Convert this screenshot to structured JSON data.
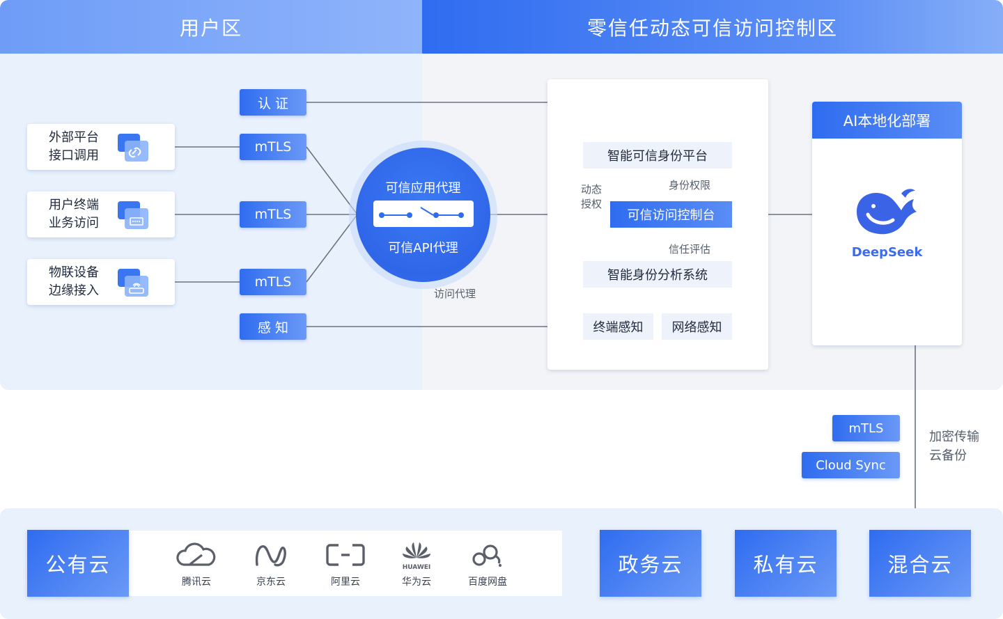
{
  "zones": {
    "user_zone": "用户区",
    "control_zone": "零信任动态可信访问控制区"
  },
  "user_items": [
    {
      "line1": "外部平台",
      "line2": "接口调用",
      "icon": "link-icon"
    },
    {
      "line1": "用户终端",
      "line2": "业务访问",
      "icon": "terminal-icon"
    },
    {
      "line1": "物联设备",
      "line2": "边缘接入",
      "icon": "router-icon"
    }
  ],
  "tags": {
    "auth": "认 证",
    "mtls": "mTLS",
    "perceive": "感 知"
  },
  "proxy": {
    "title": "可信应用代理",
    "subtitle": "可信API代理",
    "label": "访问代理"
  },
  "control": {
    "identity_platform": "智能可信身份平台",
    "access_control": "可信访问控制台",
    "analysis_system": "智能身份分析系统",
    "terminal_perceive": "终端感知",
    "network_perceive": "网络感知",
    "identity_rights": "身份权限",
    "trust_eval": "信任评估",
    "dynamic_line1": "动态",
    "dynamic_line2": "授权"
  },
  "ai": {
    "title": "AI本地化部署",
    "model": "DeepSeek",
    "icon": "deepseek-whale-icon"
  },
  "sync": {
    "mtls": "mTLS",
    "cloud_sync": "Cloud Sync",
    "label_line1": "加密传输",
    "label_line2": "云备份"
  },
  "clouds": {
    "public": "公有云",
    "gov": "政务云",
    "private": "私有云",
    "hybrid": "混合云",
    "providers": [
      {
        "name": "腾讯云",
        "icon": "tencent-cloud-icon"
      },
      {
        "name": "京东云",
        "icon": "jd-cloud-icon"
      },
      {
        "name": "阿里云",
        "icon": "aliyun-icon"
      },
      {
        "name": "华为云",
        "icon": "huawei-cloud-icon",
        "logo_text": "HUAWEI"
      },
      {
        "name": "百度网盘",
        "icon": "baidu-netdisk-icon"
      }
    ]
  },
  "colors": {
    "primary": "#2f6cf0",
    "line": "#6b7280"
  }
}
